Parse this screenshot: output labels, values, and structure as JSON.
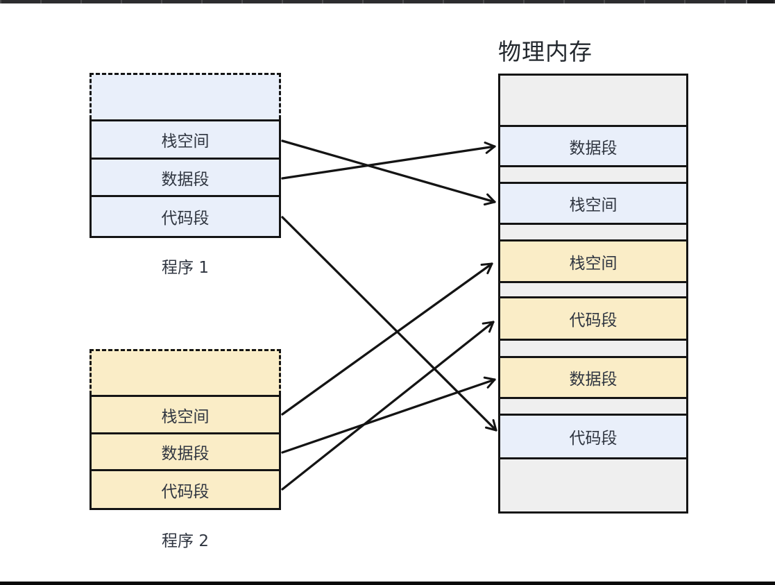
{
  "physical_memory": {
    "title": "物理内存",
    "rows": [
      {
        "label": "",
        "kind": "free"
      },
      {
        "label": "数据段",
        "kind": "program1"
      },
      {
        "label": "",
        "kind": "free"
      },
      {
        "label": "栈空间",
        "kind": "program1"
      },
      {
        "label": "",
        "kind": "free"
      },
      {
        "label": "栈空间",
        "kind": "program2"
      },
      {
        "label": "",
        "kind": "free"
      },
      {
        "label": "代码段",
        "kind": "program2"
      },
      {
        "label": "",
        "kind": "free"
      },
      {
        "label": "数据段",
        "kind": "program2"
      },
      {
        "label": "",
        "kind": "free"
      },
      {
        "label": "代码段",
        "kind": "program1"
      },
      {
        "label": "",
        "kind": "free"
      }
    ]
  },
  "program1": {
    "label": "程序 1",
    "rows": [
      {
        "label": "栈空间"
      },
      {
        "label": "数据段"
      },
      {
        "label": "代码段"
      }
    ]
  },
  "program2": {
    "label": "程序 2",
    "rows": [
      {
        "label": "栈空间"
      },
      {
        "label": "数据段"
      },
      {
        "label": "代码段"
      }
    ]
  },
  "arrows": [
    {
      "from": "程序 1 · 栈空间",
      "to": "物理内存 · 栈空间 (蓝)"
    },
    {
      "from": "程序 1 · 数据段",
      "to": "物理内存 · 数据段 (蓝)"
    },
    {
      "from": "程序 1 · 代码段",
      "to": "物理内存 · 代码段 (蓝)"
    },
    {
      "from": "程序 2 · 栈空间",
      "to": "物理内存 · 栈空间 (黄)"
    },
    {
      "from": "程序 2 · 数据段",
      "to": "物理内存 · 数据段 (黄)"
    },
    {
      "from": "程序 2 · 代码段",
      "to": "物理内存 · 代码段 (黄)"
    }
  ],
  "palette": {
    "program1_fill": "#E9EFFA",
    "program2_fill": "#FAEDC7",
    "free_fill": "#EFEFEF",
    "line": "#141414",
    "text": "#2F3540",
    "title_text": "#23282E"
  }
}
